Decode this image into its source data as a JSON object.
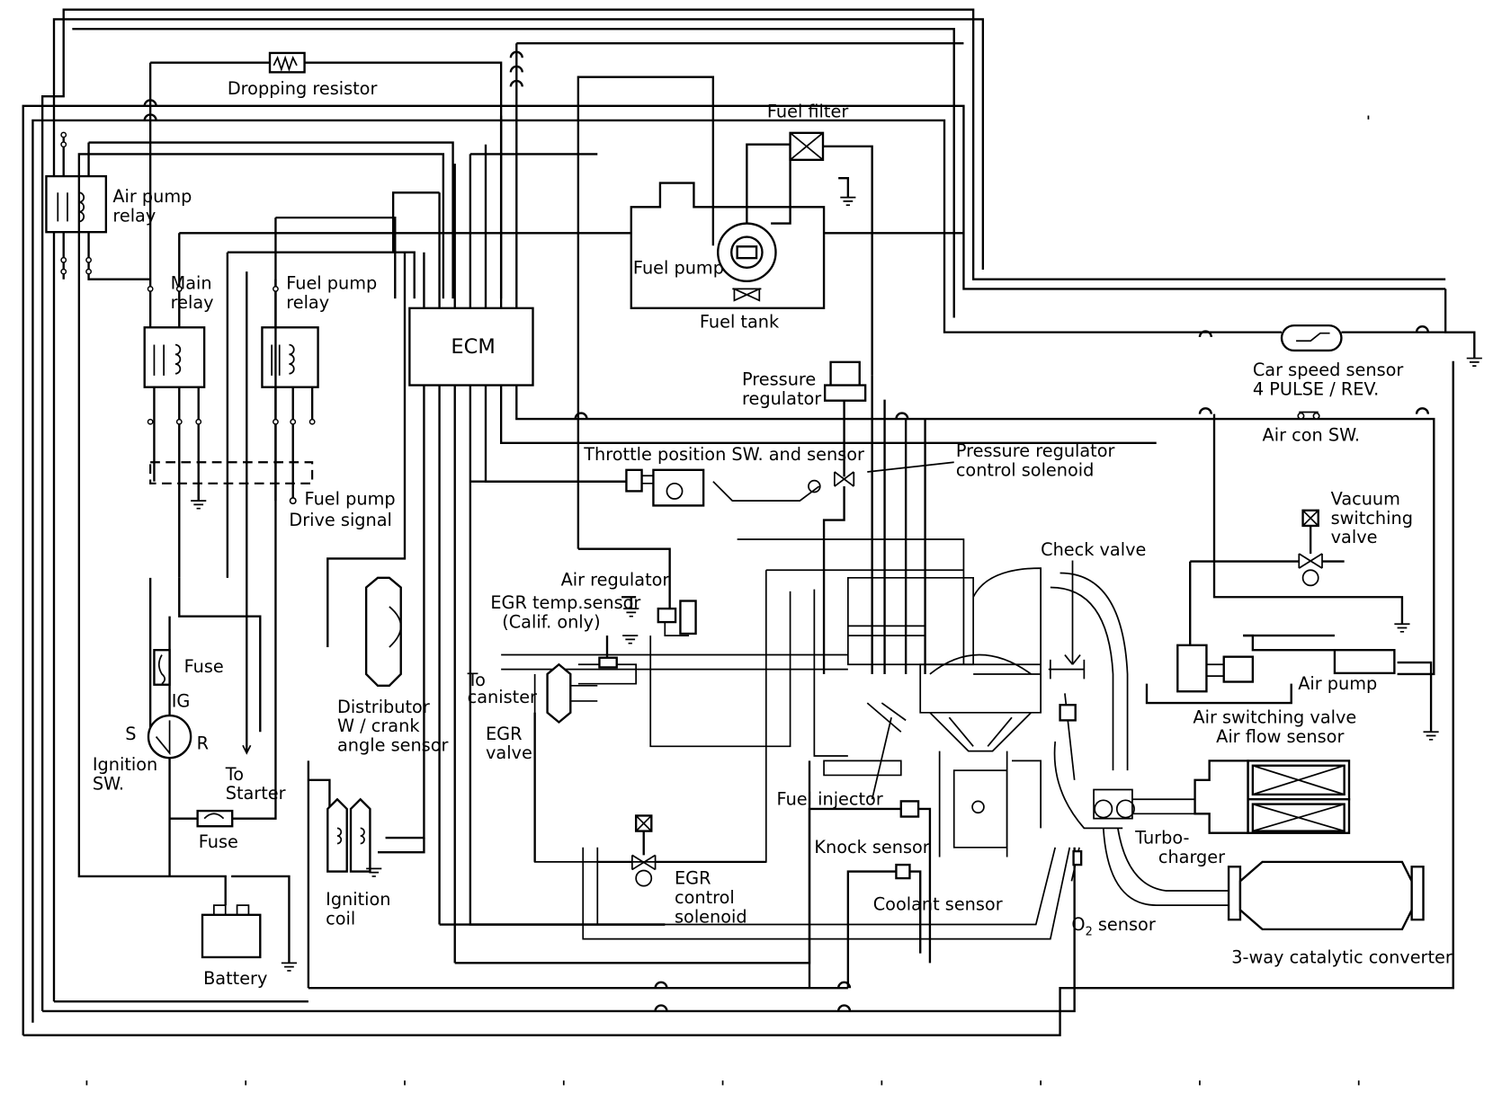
{
  "labels": {
    "dropping_resistor": "Dropping resistor",
    "air_pump_relay_1": "Air pump",
    "air_pump_relay_2": "relay",
    "main_relay_1": "Main",
    "main_relay_2": "relay",
    "fuel_pump_relay_1": "Fuel pump",
    "fuel_pump_relay_2": "relay",
    "ecm": "ECM",
    "fuel_filter": "Fuel filter",
    "fuel_pump": "Fuel pump",
    "fuel_tank": "Fuel tank",
    "pressure_regulator_1": "Pressure",
    "pressure_regulator_2": "regulator",
    "car_speed_sensor_1": "Car speed sensor",
    "car_speed_sensor_2": "4 PULSE / REV.",
    "air_con_sw": "Air con SW.",
    "throttle_position": "Throttle position SW. and sensor",
    "pr_control_solenoid_1": "Pressure regulator",
    "pr_control_solenoid_2": "control solenoid",
    "fuel_pump_drive_1": "Fuel pump",
    "fuel_pump_drive_2": "Drive signal",
    "vacuum_switching_1": "Vacuum",
    "vacuum_switching_2": "switching",
    "vacuum_switching_3": "valve",
    "check_valve": "Check valve",
    "air_regulator": "Air regulator",
    "egr_temp_sensor_1": "EGR temp.sensor",
    "egr_temp_sensor_2": "(Calif. only)",
    "fuse_upper": "Fuse",
    "ig": "IG",
    "s": "S",
    "r": "R",
    "ignition_sw_1": "Ignition",
    "ignition_sw_2": "SW.",
    "to_starter_1": "To",
    "to_starter_2": "Starter",
    "fuse_lower": "Fuse",
    "distributor_1": "Distributor",
    "distributor_2": "W / crank",
    "distributor_3": "angle sensor",
    "to_canister_1": "To",
    "to_canister_2": "canister",
    "egr_valve_1": "EGR",
    "egr_valve_2": "valve",
    "air_pump": "Air pump",
    "air_switching_valve": "Air switching valve",
    "air_flow_sensor": "Air flow sensor",
    "fuel_injector": "Fuel injector",
    "knock_sensor": "Knock sensor",
    "coolant_sensor": "Coolant sensor",
    "turbocharger_1": "Turbo-",
    "turbocharger_2": "charger",
    "egr_control_1": "EGR",
    "egr_control_2": "control",
    "egr_control_3": "solenoid",
    "ignition_coil_1": "Ignition",
    "ignition_coil_2": "coil",
    "battery": "Battery",
    "o2_sensor": "O",
    "o2_sensor_sub": "2",
    "o2_sensor_tail": " sensor",
    "catalytic_converter": "3-way catalytic converter"
  }
}
